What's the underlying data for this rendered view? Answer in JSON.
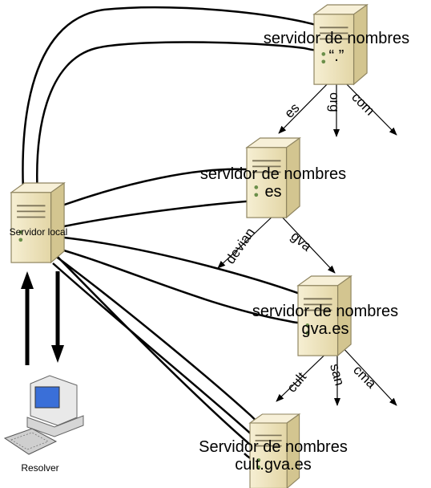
{
  "servers": {
    "root": {
      "line1": "servidor de nombres",
      "line2": "“.”"
    },
    "es": {
      "line1": "servidor de nombres",
      "line2": "es"
    },
    "gva": {
      "line1": "servidor de nombres",
      "line2": "gva.es"
    },
    "cult": {
      "line1": "Servidor de nombres",
      "line2": "cult.gva.es"
    }
  },
  "local_server": {
    "label": "Servidor local"
  },
  "resolver": {
    "label": "Resolver"
  },
  "edges": {
    "root": [
      "es",
      "org",
      "com"
    ],
    "es": [
      "devian",
      "gva"
    ],
    "gva": [
      "cult",
      "san",
      "cma"
    ]
  },
  "colors": {
    "server_body": "#f1e8c6",
    "server_side": "#d9cc9a",
    "line": "#000000"
  }
}
